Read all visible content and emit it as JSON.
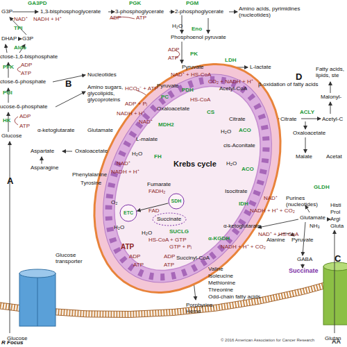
{
  "diagram": {
    "nodes": [
      {
        "text": [
          "Krebs cycle"
        ]
      },
      {
        "text": [
          "ETC"
        ],
        "in": 0
      },
      {
        "text": [
          "SDH"
        ],
        "in": 0
      },
      {
        "text": [
          "Glucose transporter"
        ]
      }
    ],
    "edges": [
      {
        "from": 2,
        "to": 1,
        "arrow": "to"
      }
    ],
    "labels": [
      "GA3PD",
      "G3P",
      "1,3-bisphosphoglycerate",
      "NAD⁺",
      "NADH + H⁺",
      "TPI",
      "DHAP",
      "G3P",
      "Aldo",
      "ctose-1,6-bisphosphate",
      "PFK",
      "ADP",
      "ATP",
      "ctose-6-phosphate",
      "B",
      "Nucleotides",
      "PGI",
      "Amino sugars, glycolipids, glycoproteins",
      "ucose-6-phosphate",
      "HK",
      "ADP",
      "ATP",
      "Glucose",
      "α-ketoglutarate",
      "Glutamate",
      "Aspartate",
      "Oxaloacetate",
      "Asparagine",
      "A",
      "PGK",
      "ADP",
      "ATP",
      "3-phosphoglycerate",
      "PGM",
      "2-phosphoglycerate",
      "Amino acids, pyrimidines (nucleotides)",
      "H₂O",
      "Eno",
      "Phosphoenol pyruvate",
      "ADP",
      "ATP",
      "PK",
      "Pyruvate",
      "LDH",
      "L-lactate",
      "β-oxidation of fatty acids",
      "NAD⁺ + HS-CoA",
      "CO₂ + NADH + H⁺",
      "Pyruvate",
      "PDH",
      "Acetyl-CoA",
      "HCO₃⁻ + ATP",
      "PC",
      "ADP + Pᵢ",
      "HS-CoA",
      "Oxaloacetate",
      "CS",
      "NADH + H⁺",
      "NAD⁺",
      "MDH2",
      "Citrate",
      "H₂O",
      "ACO",
      "L-malate",
      "cis-Aconitate",
      "H₂O",
      "FH",
      "Phenylalanine",
      "Tyrosine",
      "ACO",
      "H₂O",
      "NADH + H⁺",
      "NAD⁺",
      "Fumarate",
      "FADH₂",
      "FAD",
      "Isocitrate",
      "IDH",
      "NAD⁺",
      "NADH + H⁺ + CO₂",
      "O₂",
      "Succinate",
      "H₂O",
      "H₂O",
      "SUCLG",
      "HS-CoA + GTP",
      "GTP + Pᵢ",
      "ATP",
      "ADP",
      "ATP",
      "ADP",
      "ATP",
      "α-KGDH",
      "α-ketoglutarate",
      "NAD⁺ + HS-CoA",
      "NADH + H⁺ + CO₂",
      "Succinyl-CoA",
      "Valine",
      "Isoleucine",
      "Methionine",
      "Threonine",
      "Odd-chain fatty acids",
      "Porphyrins, Heme",
      "D",
      "Fatty acids, lipids, ste",
      "Malonyl-",
      "Citrate",
      "ACLY",
      "Acetyl-C",
      "Oxaloacetate",
      "Malate",
      "Acetat",
      "Purines (nucleotides)",
      "GLDH",
      "Glutamate",
      "NH₃",
      "Histi",
      "Prol",
      "Argi",
      "Gluta",
      "Alanine",
      "Pyruvate",
      "GABA",
      "Succinate",
      "C",
      "Glucose",
      "Glutan",
      "R Focus",
      "© 2016 American Association for Cancer Research",
      "AA"
    ]
  }
}
